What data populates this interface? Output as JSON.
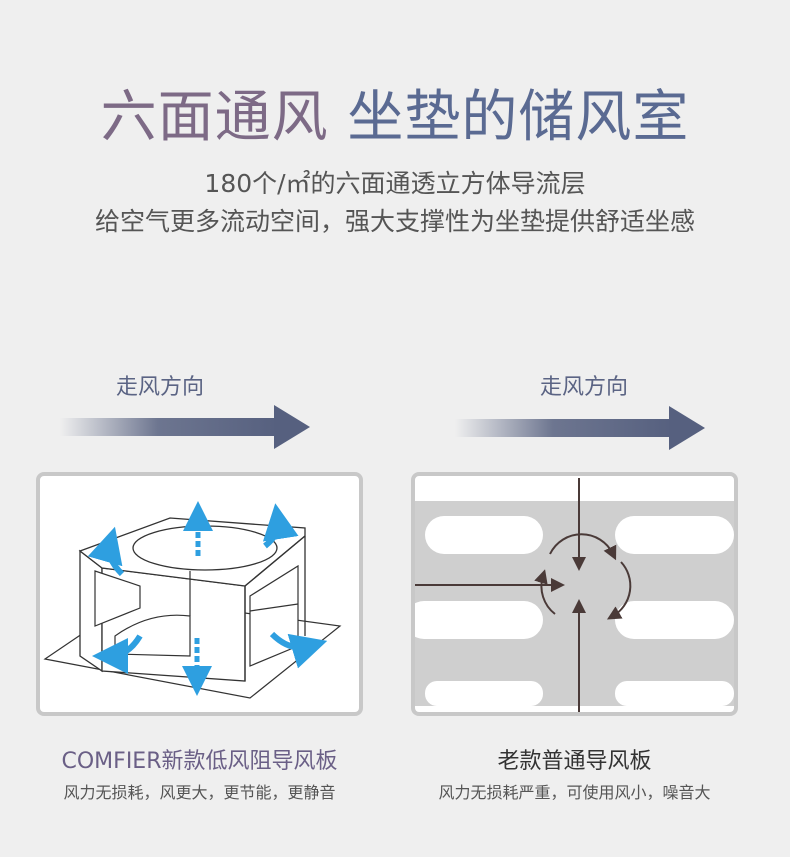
{
  "title": {
    "part1": "六面通风",
    "part2": "坐垫的储风室"
  },
  "subtitle": {
    "line1": "180个/㎡的六面通透立方体导流层",
    "line2": "给空气更多流动空间，强大支撑性为坐垫提供舒适坐感"
  },
  "left": {
    "direction_label": "走风方向",
    "caption_title": "COMFIER新款低风阻导风板",
    "caption_sub": "风力无损耗，风更大，更节能，更静音"
  },
  "right": {
    "direction_label": "走风方向",
    "caption_title": "老款普通导风板",
    "caption_sub": "风力无损耗严重，可使用风小，噪音大"
  },
  "colors": {
    "title_left": "#7d6a86",
    "title_right": "#5a6a92",
    "arrow": "#56607f",
    "wind_blue": "#2e9fe0",
    "dark_arrow": "#4a3a38",
    "panel_border": "#c8c8c8",
    "board_gray": "#cfcfcf"
  },
  "icons": [
    "wind-direction-arrow-icon",
    "airflow-arrow-icon",
    "turbulence-arrow-icon"
  ]
}
